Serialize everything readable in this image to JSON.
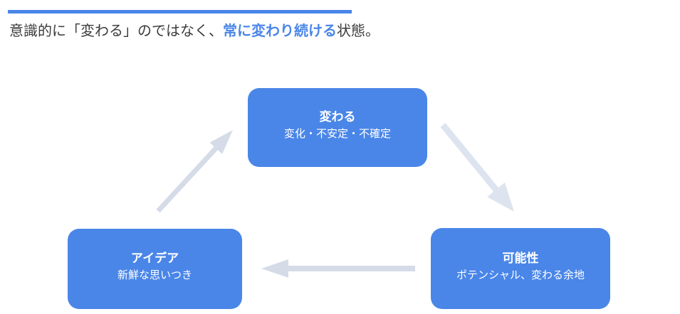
{
  "header": {
    "prefix": "意識的に「変わる」のではなく、",
    "highlight": "常に変わり続ける",
    "suffix": "状態。"
  },
  "colors": {
    "accent_line": "#4a86e8",
    "highlight_text": "#4a86e8",
    "body_text": "#3b3b3b",
    "node_fill": "#4a86e8",
    "node_text": "#ffffff",
    "arrow": "#d5dce8",
    "arrow_light": "#dde4ef"
  },
  "diagram": {
    "nodes": [
      {
        "id": "change",
        "title": "変わる",
        "subtitle": "変化・不安定・不確定"
      },
      {
        "id": "possibility",
        "title": "可能性",
        "subtitle": "ポテンシャル、変わる余地"
      },
      {
        "id": "idea",
        "title": "アイデア",
        "subtitle": "新鮮な思いつき"
      }
    ],
    "arrows": [
      {
        "from": "アイデア",
        "to": "変わる"
      },
      {
        "from": "変わる",
        "to": "可能性"
      },
      {
        "from": "可能性",
        "to": "アイデア"
      }
    ]
  }
}
